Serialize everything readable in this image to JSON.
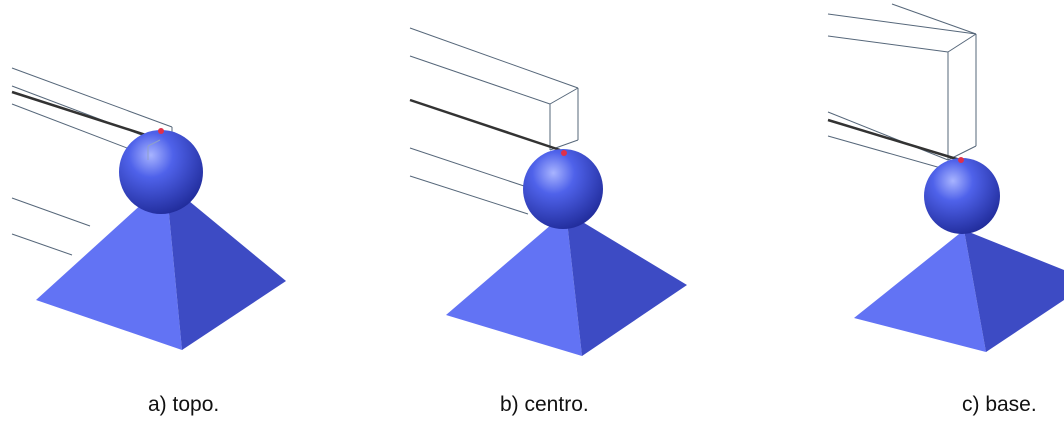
{
  "figure": {
    "panels": [
      {
        "caption": "a) topo."
      },
      {
        "caption": "b) centro."
      },
      {
        "caption": "c) base."
      }
    ],
    "colors": {
      "pyramid_light": "#6273f4",
      "pyramid_dark": "#3d4bc4",
      "sphere": "#3e4fd9",
      "beam_line": "#4a5a6a",
      "marker": "#e0304a"
    }
  }
}
